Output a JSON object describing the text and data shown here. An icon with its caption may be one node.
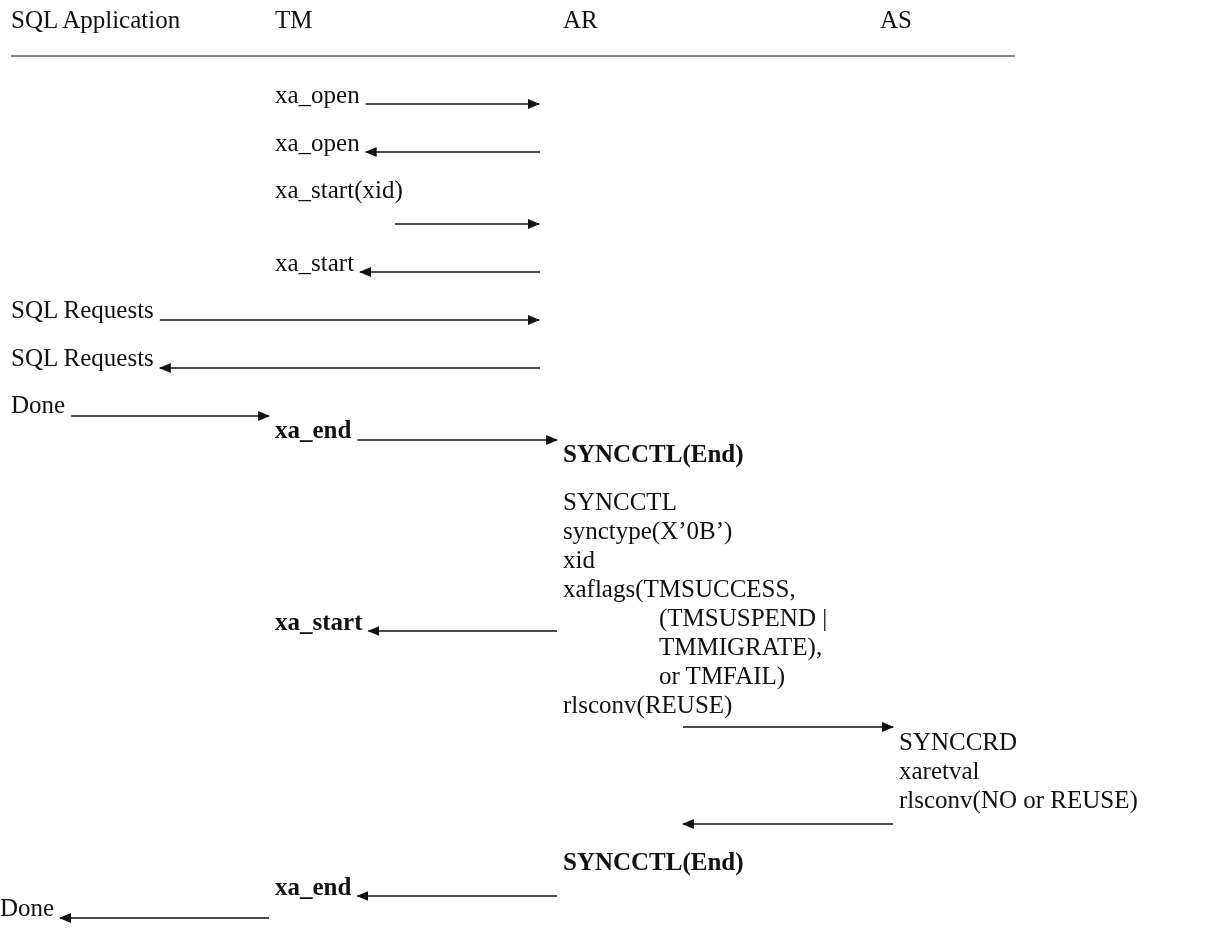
{
  "diagram": {
    "nodes": [
      {
        "text": [
          "xa_open"
        ]
      },
      {
        "text": [
          "xa_open"
        ]
      },
      {
        "text": [
          "xa_start(xid)"
        ]
      },
      {
        "text": [
          "xa_start"
        ]
      },
      {
        "text": [
          "SQL Requests"
        ]
      },
      {
        "text": [
          "SQL Requests"
        ]
      },
      {
        "text": [
          "Done"
        ]
      },
      {
        "text": [
          "xa_end"
        ]
      },
      {
        "text": [
          "SYNCCTL(End)"
        ]
      },
      {
        "text": [
          "SYNCCTL",
          "synctype(X’0B’)",
          "xid",
          "xaflags(TMSUCCESS, (TMSUSPEND | TMMIGRATE), or TMFAIL)",
          "rlsconv(REUSE)"
        ]
      },
      {
        "text": [
          "xa_start"
        ]
      },
      {
        "text": [
          "SYNCCRD",
          "xaretval",
          "rlsconv(NO or REUSE)"
        ]
      },
      {
        "text": [
          "SYNCCTL(End)"
        ]
      },
      {
        "text": [
          "xa_end"
        ]
      },
      {
        "text": [
          "Done"
        ]
      }
    ],
    "edges": [
      {
        "from": 0,
        "to": null,
        "arrow": "to"
      },
      {
        "from": null,
        "to": 1,
        "arrow": "to"
      },
      {
        "from": 2,
        "to": null,
        "arrow": "to"
      },
      {
        "from": null,
        "to": 3,
        "arrow": "to"
      },
      {
        "from": 4,
        "to": null,
        "arrow": "to"
      },
      {
        "from": null,
        "to": 5,
        "arrow": "to"
      },
      {
        "from": 6,
        "to": 7,
        "arrow": "to"
      },
      {
        "from": 7,
        "to": 8,
        "arrow": "to"
      },
      {
        "from": 9,
        "to": 10,
        "arrow": "to"
      },
      {
        "from": 9,
        "to": 11,
        "arrow": "to"
      },
      {
        "from": 11,
        "to": 12,
        "arrow": "to"
      },
      {
        "from": 12,
        "to": 13,
        "arrow": "to"
      },
      {
        "from": 13,
        "to": 14,
        "arrow": "to"
      }
    ],
    "labels": [
      "SQL Application",
      "TM",
      "AR",
      "AS"
    ]
  }
}
